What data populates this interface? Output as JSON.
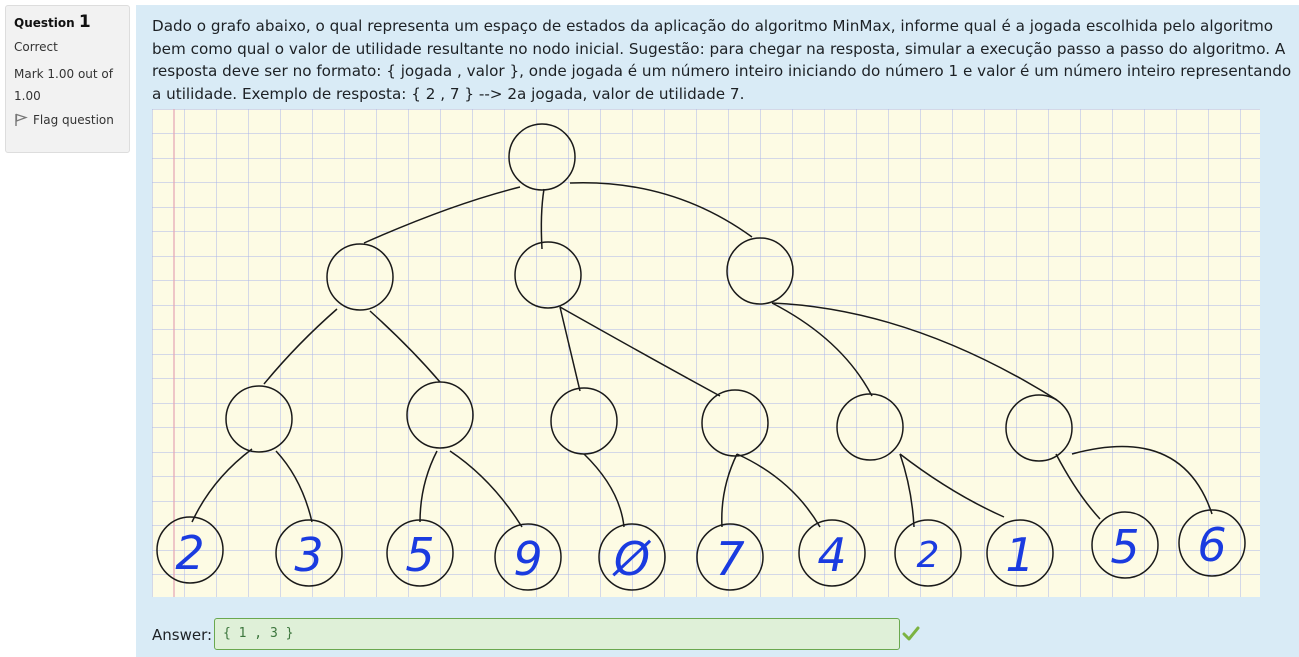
{
  "question_info": {
    "label": "Question",
    "number": "1",
    "state": "Correct",
    "grade": "Mark 1.00 out of 1.00",
    "flag_label": "Flag question"
  },
  "question": {
    "text": "Dado o grafo abaixo, o qual representa um espaço de estados da aplicação do algoritmo MinMax, informe qual é a jogada escolhida pelo algoritmo bem como qual o valor de utilidade resultante no nodo inicial. Sugestão: para chegar na resposta, simular a execução passo a passo do algoritmo. A resposta deve ser no formato: { jogada , valor }, onde jogada é um número inteiro iniciando do número 1 e valor é um número inteiro representando a utilidade. Exemplo de resposta: { 2 , 7 } --> 2a jogada, valor de utilidade 7."
  },
  "tree": {
    "leaf_values": [
      "2",
      "3",
      "5",
      "9",
      "Ø",
      "7",
      "4",
      "2",
      "1",
      "5",
      "6"
    ],
    "leaf_color": "#1a3be0"
  },
  "answer": {
    "label": "Answer:",
    "value": "{ 1 , 3 }",
    "status": "correct",
    "check_color": "#7cb342"
  }
}
